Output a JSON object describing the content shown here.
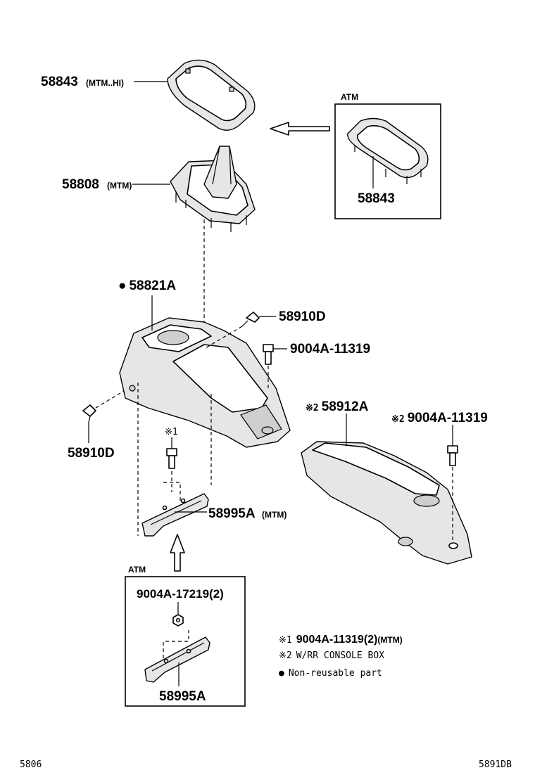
{
  "colors": {
    "ink": "#000000",
    "paper": "#ffffff",
    "part_fill": "#e6e6e6"
  },
  "callouts": {
    "p58843_top": {
      "num": "58843",
      "tag": "(MTM..HI)"
    },
    "p58843_atm": {
      "num": "58843"
    },
    "p58808": {
      "num": "58808",
      "tag": "(MTM)"
    },
    "p58821A": {
      "num": "58821A"
    },
    "p58910D_top": {
      "num": "58910D"
    },
    "p9004A_top": {
      "num": "9004A-11319"
    },
    "p58910D_left": {
      "num": "58910D"
    },
    "p58912A": {
      "num": "58912A"
    },
    "p9004A_right": {
      "num": "9004A-11319"
    },
    "p58995A": {
      "num": "58995A",
      "tag": "(MTM)"
    },
    "p9004A_atm": {
      "num": "9004A-17219(2)"
    },
    "p58995A_atm": {
      "num": "58995A"
    }
  },
  "marks": {
    "ref1": "※1",
    "ref2": "※2",
    "non_reusable": "●"
  },
  "boxes": {
    "atm_top_label": "ATM",
    "atm_bottom_label": "ATM"
  },
  "notes": [
    {
      "mark": "※1",
      "text": "9004A-11319(2)",
      "tag": "(MTM)"
    },
    {
      "mark": "※2",
      "text": "W/RR CONSOLE BOX"
    },
    {
      "mark": "●",
      "text": "Non-reusable part"
    }
  ],
  "footer": {
    "left": "5806",
    "right": "5891DB"
  }
}
